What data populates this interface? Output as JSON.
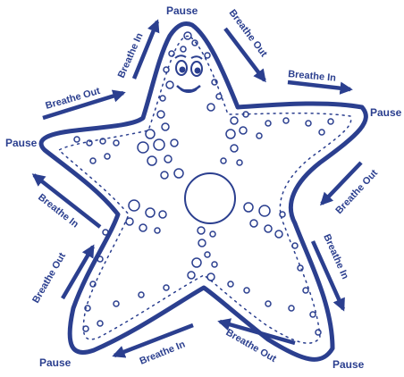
{
  "labels": {
    "pause": "Pause",
    "breathe_in": "Breathe In",
    "breathe_out": "Breathe Out"
  },
  "colors": {
    "ink": "#2b3f8f",
    "background": "#ffffff"
  },
  "illustration": "starfish-with-smiling-face"
}
